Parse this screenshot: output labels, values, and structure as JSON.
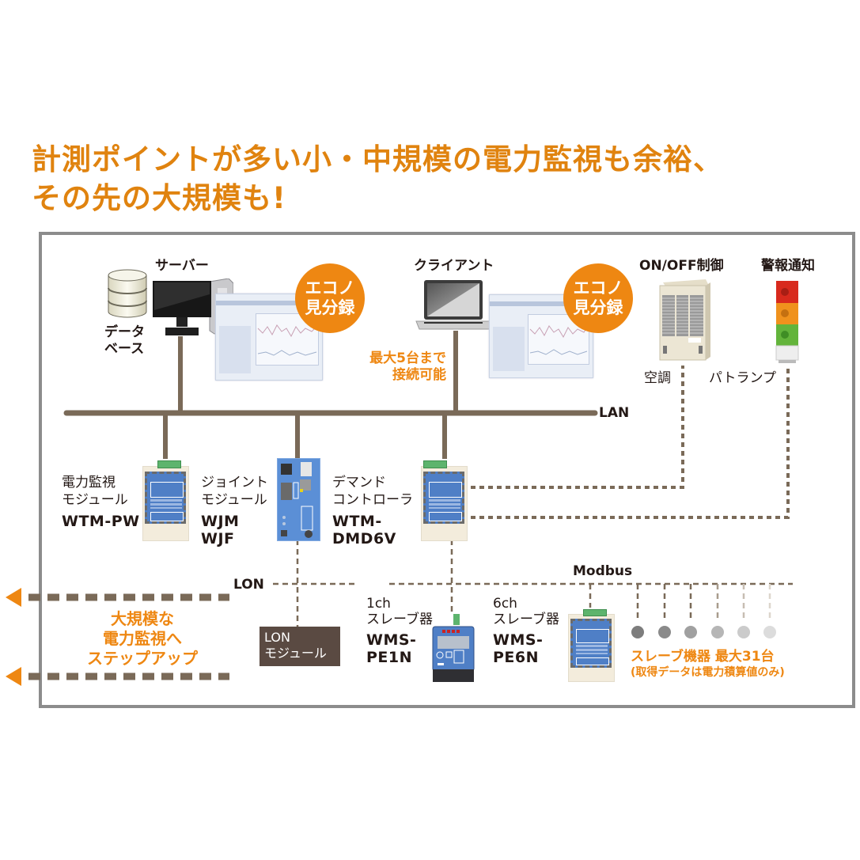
{
  "headline": {
    "line1": "計測ポイントが多い小・中規模の電力監視も余裕、",
    "line2": "その先の大規模も!"
  },
  "colors": {
    "accent_orange": "#ee8712",
    "headline_orange": "#e0830f",
    "line_brown": "#7a6a58",
    "frame_gray": "#8c8c8c",
    "module_blue": "#4f7fc6",
    "lon_box": "#5a4a42"
  },
  "top": {
    "server_label": "サーバー",
    "database_label_line1": "データ",
    "database_label_line2": "ベース",
    "client_label": "クライアント",
    "client_note_line1": "最大5台まで",
    "client_note_line2": "接続可能",
    "badge_line1": "エコノ",
    "badge_line2": "見分録",
    "onoff_label": "ON/OFF制御",
    "alarm_label": "警報通知",
    "aircon_label": "空調",
    "patlamp_label": "パトランプ"
  },
  "network": {
    "lan_label": "LAN",
    "lon_label": "LON",
    "modbus_label": "Modbus"
  },
  "modules": [
    {
      "name_line1": "電力監視",
      "name_line2": "モジュール",
      "model_line1": "WTM-PW",
      "model_line2": ""
    },
    {
      "name_line1": "ジョイント",
      "name_line2": "モジュール",
      "model_line1": "WJM",
      "model_line2": "WJF"
    },
    {
      "name_line1": "デマンド",
      "name_line2": "コントローラ",
      "model_line1": "WTM-",
      "model_line2": "DMD6V"
    }
  ],
  "lon_module": {
    "line1": "LON",
    "line2": "モジュール"
  },
  "slaves": [
    {
      "ch_label": "1ch",
      "name": "スレーブ器",
      "model_line1": "WMS-",
      "model_line2": "PE1N"
    },
    {
      "ch_label": "6ch",
      "name": "スレーブ器",
      "model_line1": "WMS-",
      "model_line2": "PE6N"
    }
  ],
  "slave_note": {
    "line1": "スレーブ機器 最大31台",
    "line2": "(取得データは電力積算値のみ)"
  },
  "stepup": {
    "line1": "大規模な",
    "line2": "電力監視へ",
    "line3": "ステップアップ"
  },
  "slave_dots": [
    "#7d7d7d",
    "#8a8a8a",
    "#a0a0a0",
    "#b6b6b6",
    "#cbcbcb",
    "#dcdcdc"
  ]
}
